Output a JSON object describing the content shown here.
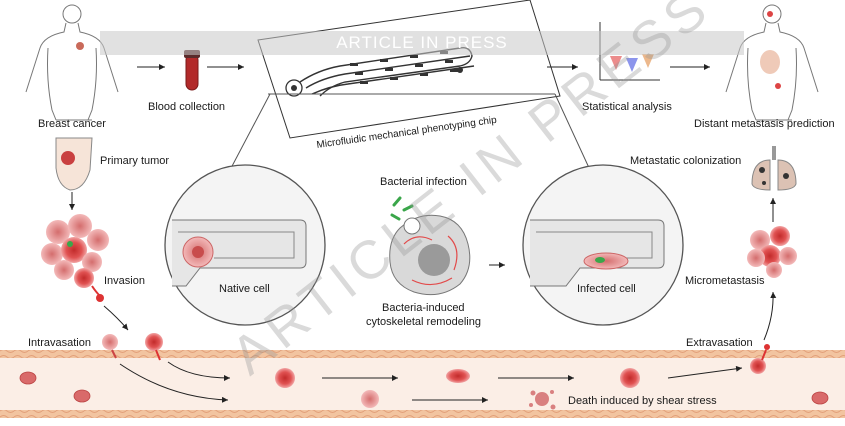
{
  "watermark": "ARTICLE IN PRESS",
  "labels": {
    "breast_cancer": "Breast cancer",
    "blood_collection": "Blood collection",
    "chip": "Microfluidic mechanical phenotyping chip",
    "statistical_analysis": "Statistical analysis",
    "distant_metastasis_prediction": "Distant metastasis prediction",
    "primary_tumor": "Primary tumor",
    "metastatic_colonization": "Metastatic colonization",
    "bacterial_infection": "Bacterial infection",
    "native_cell": "Native cell",
    "bacteria_remodeling_line1": "Bacteria-induced",
    "bacteria_remodeling_line2": "cytoskeletal remodeling",
    "infected_cell": "Infected cell",
    "invasion": "Invasion",
    "micrometastasis": "Micrometastasis",
    "intravasation": "Intravasation",
    "extravasation": "Extravasation",
    "death_shear": "Death induced by shear stress"
  },
  "colors": {
    "tumor_red": "#e03a3a",
    "cell_pink": "#e88a8a",
    "vessel_wall": "#f3c9a6",
    "vessel_lumen": "#fbeee6",
    "bacteria_green": "#3aa64a",
    "gray_outline": "#6e6e6e"
  }
}
